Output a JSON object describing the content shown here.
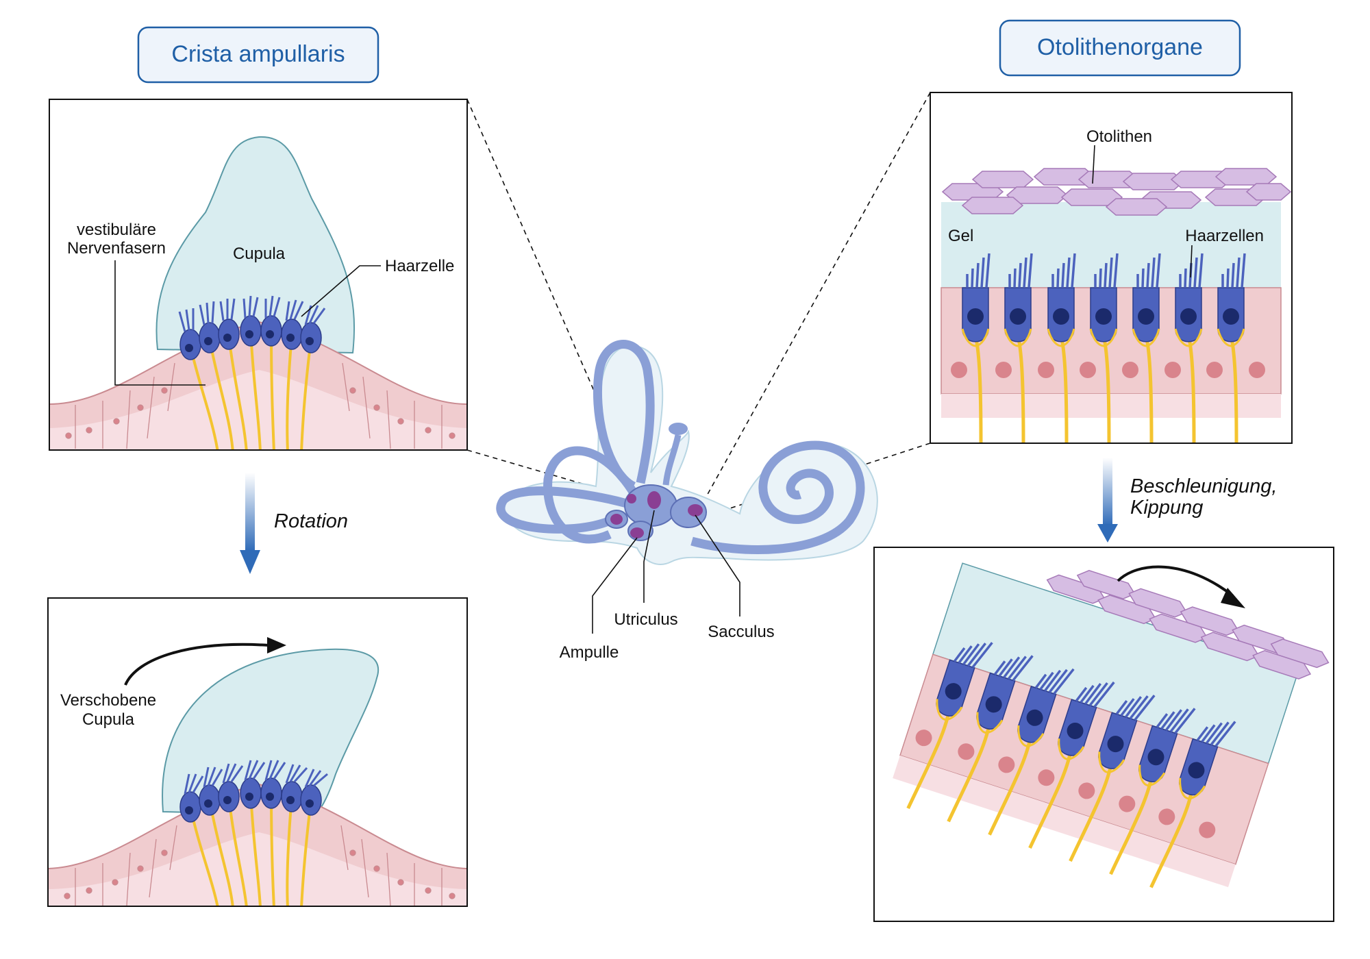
{
  "titles": {
    "crista": "Crista ampullaris",
    "otolith": "Otolithenorgane"
  },
  "labels": {
    "vestibular_fibers_line1": "vestibuläre",
    "vestibular_fibers_line2": "Nervenfasern",
    "cupula": "Cupula",
    "haarzelle": "Haarzelle",
    "rotation": "Rotation",
    "shifted_cupula_line1": "Verschobene",
    "shifted_cupula_line2": "Cupula",
    "otolithen": "Otolithen",
    "gel": "Gel",
    "haarzellen": "Haarzellen",
    "accel_line1": "Beschleunigung,",
    "accel_line2": "Kippung",
    "ampulle": "Ampulle",
    "utriculus": "Utriculus",
    "sacculus": "Sacculus"
  },
  "colors": {
    "title_blue": "#1f5fa6",
    "title_box_fill": "#eef4fb",
    "cupula_fill": "#d9edf0",
    "epithelium_fill": "#f0cccf",
    "hair_cell_blue": "#4c62bd",
    "nucleus_navy": "#1b2a6b",
    "nerve_yellow": "#f4c430",
    "otolith_lilac": "#d6bde3",
    "labyrinth_blue": "#8a9fd6",
    "macula_purple": "#8a3f93",
    "arrow_blue": "#2f6bb8"
  },
  "icons": [
    "down-arrow-icon",
    "curved-arrow-icon"
  ]
}
